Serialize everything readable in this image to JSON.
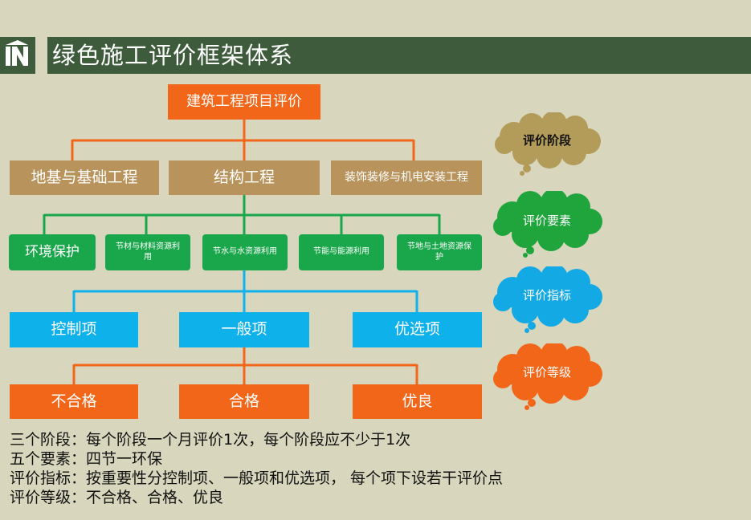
{
  "header": {
    "title": "绿色施工评价框架体系",
    "logo_text": "N"
  },
  "diagram": {
    "root": "建筑工程项目评价",
    "stages": [
      "地基与基础工程",
      "结构工程",
      "装饰装修与机电安装工程"
    ],
    "elements": [
      "环境保护",
      "节材与材料资源利用",
      "节水与水资源利用",
      "节能与能源利用",
      "节地与土地资源保护"
    ],
    "indicators": [
      "控制项",
      "一般项",
      "优选项"
    ],
    "grades": [
      "不合格",
      "合格",
      "优良"
    ]
  },
  "legend": [
    {
      "label": "评价阶段",
      "color": "#b39b5a",
      "text_color": "#111111"
    },
    {
      "label": "评价要素",
      "color": "#1fa53c",
      "text_color": "#ffffff"
    },
    {
      "label": "评价指标",
      "color": "#12a9e5",
      "text_color": "#ffffff"
    },
    {
      "label": "评价等级",
      "color": "#f2661a",
      "text_color": "#ffffff"
    }
  ],
  "description": [
    "三个阶段：每个阶段一个月评价1次，每个阶段应不少于1次",
    "五个要素：四节一环保",
    "评价指标：按重要性分控制项、一般项和优选项， 每个项下设若干评价点",
    "评价等级：不合格、合格、优良"
  ],
  "colors": {
    "header_bg": "#3e5b3c",
    "background": "#d8d7bd",
    "orange": "#f2661a",
    "tan": "#b8935c",
    "green": "#1aa64a",
    "blue": "#0fb1eb"
  }
}
